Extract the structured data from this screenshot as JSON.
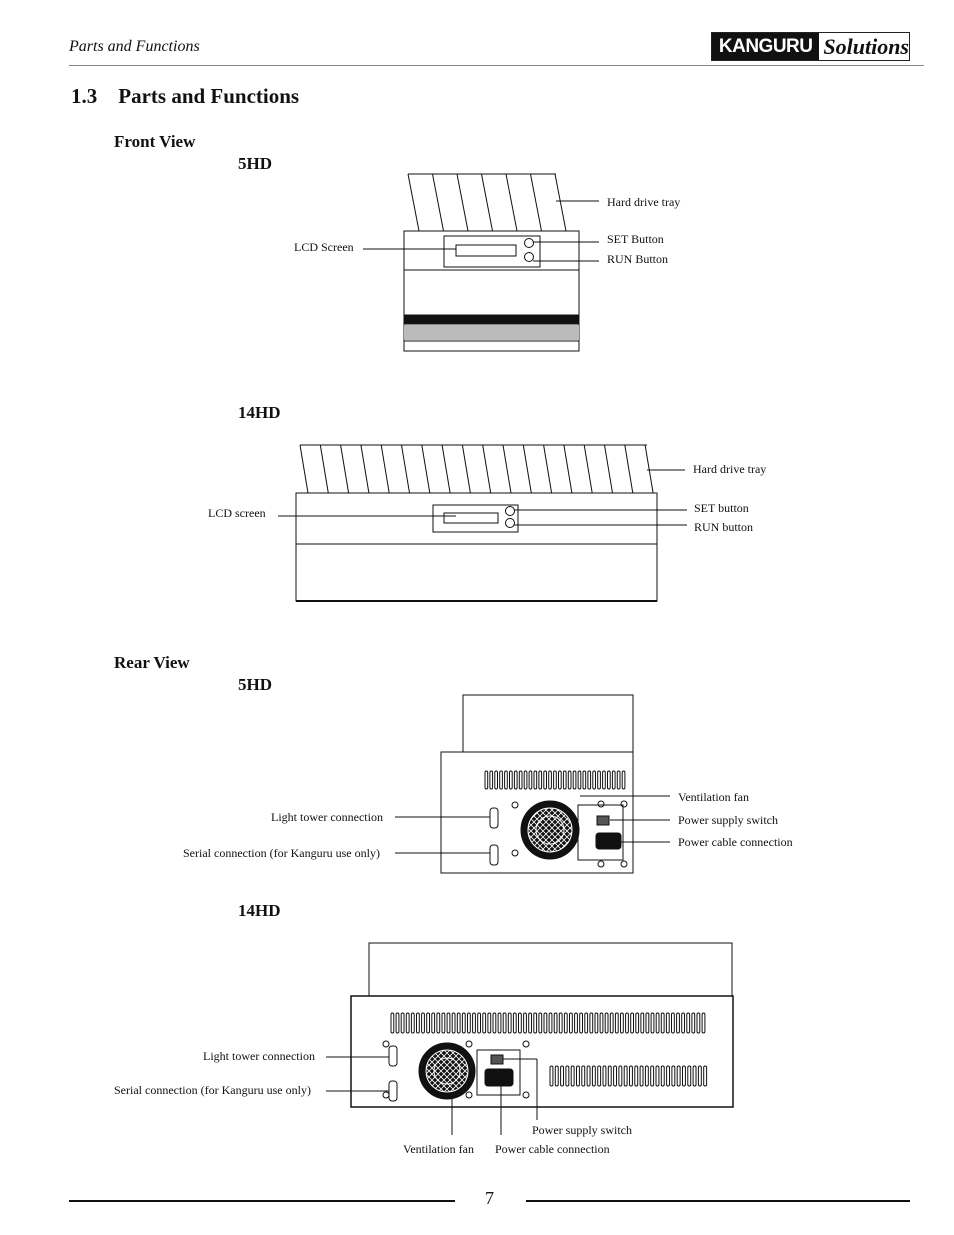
{
  "header": {
    "title": "Parts and Functions",
    "logo_left": "KANGURU",
    "logo_right": "Solutions"
  },
  "section_title": "1.3    Parts and Functions",
  "front_view": {
    "heading": "Front View",
    "model_5hd": {
      "heading": "5HD",
      "labels": {
        "tray": "Hard drive tray",
        "lcd": "LCD Screen",
        "set": "SET Button",
        "run": "RUN Button"
      }
    },
    "model_14hd": {
      "heading": "14HD",
      "labels": {
        "tray": "Hard drive tray",
        "lcd": "LCD screen",
        "set": "SET button",
        "run": "RUN button"
      }
    }
  },
  "rear_view": {
    "heading": "Rear View",
    "model_5hd": {
      "heading": "5HD",
      "labels": {
        "fan": "Ventilation fan",
        "switch": "Power supply switch",
        "cable": "Power cable connection",
        "light": "Light tower connection",
        "serial": "Serial connection (for Kanguru use only)"
      }
    },
    "model_14hd": {
      "heading": "14HD",
      "labels": {
        "light": "Light tower connection",
        "serial": "Serial connection (for Kanguru use only)",
        "switch": "Power supply switch",
        "fan": "Ventilation fan",
        "cable": "Power cable connection"
      }
    }
  },
  "footer": {
    "page_number": "7"
  }
}
